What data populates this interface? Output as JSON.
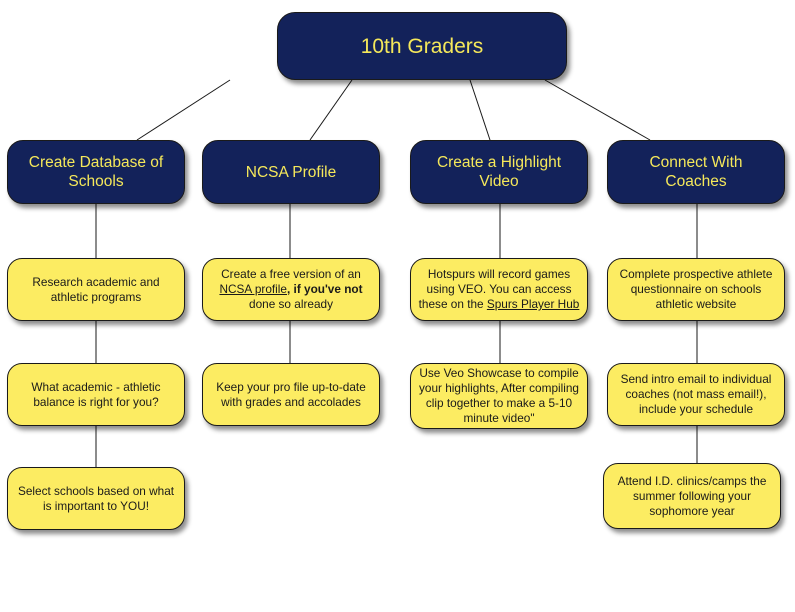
{
  "colors": {
    "header_fill": "#13225a",
    "header_text": "#f5e85a",
    "task_fill": "#fcec62",
    "task_text": "#1a1a1a",
    "connector": "#1a1a1a"
  },
  "root": {
    "label": "10th Graders"
  },
  "categories": [
    {
      "label": "Create Database of Schools",
      "tasks": [
        {
          "text": "Research academic and athletic programs"
        },
        {
          "text": "What academic - athletic balance is right for you?"
        },
        {
          "text": "Select schools based on what is important to YOU!"
        }
      ]
    },
    {
      "label": "NCSA Profile",
      "tasks": [
        {
          "pre": "Create a free version of an ",
          "link": "NCSA profile",
          "bold": ", if you've not",
          "post": " done so already"
        },
        {
          "text": "Keep your pro file up-to-date with grades and accolades"
        }
      ]
    },
    {
      "label": "Create a Highlight Video",
      "tasks": [
        {
          "pre": "Hotspurs will record games using VEO.  You can access these on the ",
          "link": "Spurs Player Hub"
        },
        {
          "text": "Use Veo Showcase to compile your highlights, After compiling clip together to make a 5-10 minute video\""
        }
      ]
    },
    {
      "label": "Connect With Coaches",
      "tasks": [
        {
          "text": "Complete prospective athlete questionnaire on schools athletic website"
        },
        {
          "text": "Send intro email to individual coaches (not mass email!), include your schedule"
        },
        {
          "text": "Attend I.D. clinics/camps the summer following your sophomore year"
        }
      ]
    }
  ]
}
